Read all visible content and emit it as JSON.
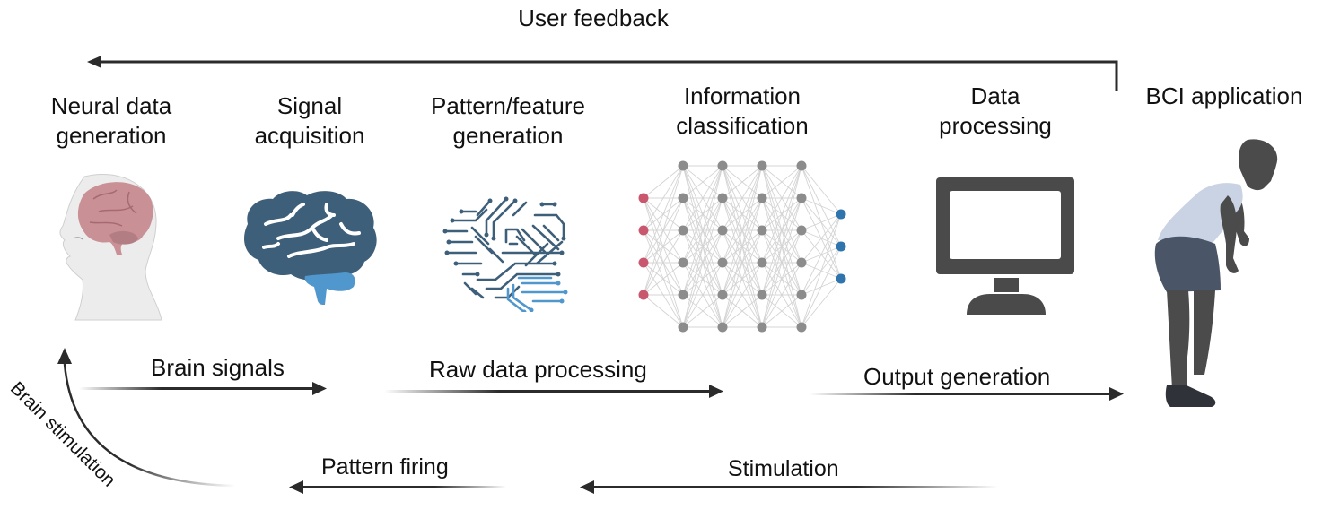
{
  "title": "Brain-computer interface closed-loop pipeline",
  "feedback": {
    "label": "User feedback"
  },
  "stages": [
    {
      "id": "neural",
      "line1": "Neural data",
      "line2": "generation",
      "icon": "human-head-brain-icon"
    },
    {
      "id": "signal",
      "line1": "Signal",
      "line2": "acquisition",
      "icon": "brain-icon"
    },
    {
      "id": "pattern",
      "line1": "Pattern/feature",
      "line2": "generation",
      "icon": "circuit-brain-icon"
    },
    {
      "id": "classification",
      "line1": "Information",
      "line2": "classification",
      "icon": "neural-network-icon"
    },
    {
      "id": "processing",
      "line1": "Data",
      "line2": "processing",
      "icon": "computer-monitor-icon"
    },
    {
      "id": "application",
      "line1": "BCI application",
      "line2": "",
      "icon": "bending-person-icon"
    }
  ],
  "forward_flows": [
    {
      "label": "Brain signals"
    },
    {
      "label": "Raw data processing"
    },
    {
      "label": "Output generation"
    }
  ],
  "return_flows": [
    {
      "label": "Stimulation"
    },
    {
      "label": "Pattern firing"
    },
    {
      "label": "Brain stimulation"
    }
  ],
  "neural_network": {
    "layers": [
      4,
      6,
      6,
      6,
      6,
      3
    ],
    "input_color": "#c9586e",
    "hidden_color": "#8c8c8c",
    "output_color": "#2f74ad"
  },
  "colors": {
    "arrow": "#2b2b2b",
    "brain_dark": "#3e5f7a",
    "brain_light": "#4f97cc",
    "brain_pink": "#c99095",
    "monitor": "#4a4a4a",
    "shirt": "#c9d3e3",
    "shorts": "#4a5668",
    "skin": "#4b4b4b"
  }
}
